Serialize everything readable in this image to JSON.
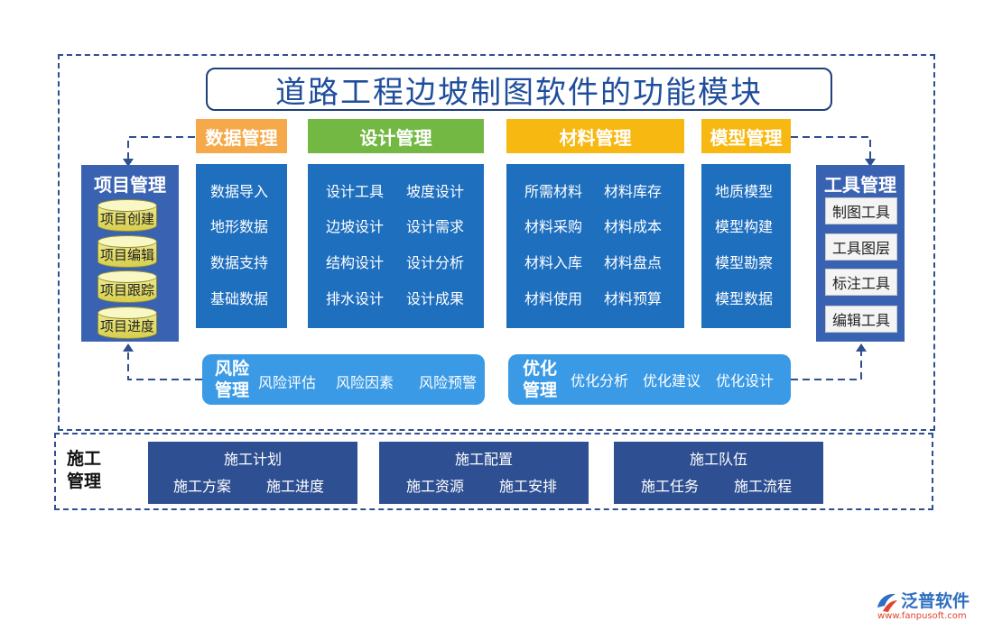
{
  "title": "道路工程边坡制图软件的功能模块",
  "data_mgmt": {
    "label": "数据管理",
    "color": "#f5a94a",
    "items": [
      "数据导入",
      "地形数据",
      "数据支持",
      "基础数据"
    ]
  },
  "design_mgmt": {
    "label": "设计管理",
    "color": "#72b843",
    "items": [
      "设计工具",
      "坡度设计",
      "边坡设计",
      "设计需求",
      "结构设计",
      "设计分析",
      "排水设计",
      "设计成果"
    ]
  },
  "material_mgmt": {
    "label": "材料管理",
    "color": "#f7b812",
    "items": [
      "所需材料",
      "材料库存",
      "材料采购",
      "材料成本",
      "材料入库",
      "材料盘点",
      "材料使用",
      "材料预算"
    ]
  },
  "model_mgmt": {
    "label": "模型管理",
    "color": "#f7b812",
    "items": [
      "地质模型",
      "模型构建",
      "模型勘察",
      "模型数据"
    ]
  },
  "project_mgmt": {
    "label": "项目管理",
    "items": [
      "项目创建",
      "项目编辑",
      "项目跟踪",
      "项目进度"
    ]
  },
  "tool_mgmt": {
    "label": "工具管理",
    "items": [
      "制图工具",
      "工具图层",
      "标注工具",
      "编辑工具"
    ]
  },
  "risk_mgmt": {
    "label_line1": "风险",
    "label_line2": "管理",
    "items": [
      "风险评估",
      "风险因素",
      "风险预警"
    ]
  },
  "optimize_mgmt": {
    "label_line1": "优化",
    "label_line2": "管理",
    "items": [
      "优化分析",
      "优化建议",
      "优化设计"
    ]
  },
  "construction": {
    "label_line1": "施工",
    "label_line2": "管理",
    "groups": [
      {
        "title": "施工计划",
        "items": [
          "施工方案",
          "施工进度"
        ]
      },
      {
        "title": "施工配置",
        "items": [
          "施工资源",
          "施工安排"
        ]
      },
      {
        "title": "施工队伍",
        "items": [
          "施工任务",
          "施工流程"
        ]
      }
    ]
  },
  "logo": {
    "brand": "泛普软件",
    "url": "www.fanpusoft.com"
  },
  "colors": {
    "primary_blue": "#1f6fbf",
    "side_blue": "#3a62b3",
    "pill_blue": "#3a9ae6",
    "construction_blue": "#2e4f91",
    "dash_blue": "#2f4f8f"
  }
}
